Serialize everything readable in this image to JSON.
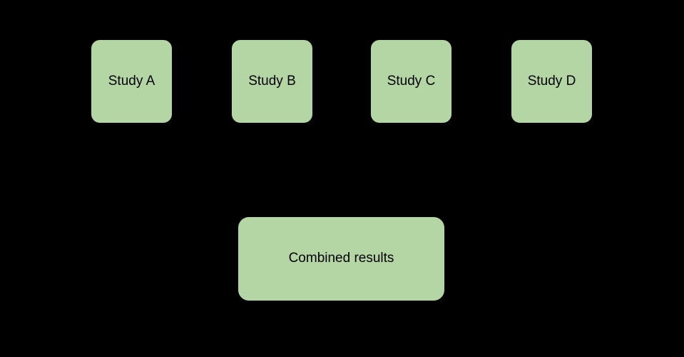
{
  "diagram": {
    "colors": {
      "background": "#000000",
      "node-fill": "#b4d6a4",
      "node-border": "#000000",
      "node-text": "#000000"
    },
    "studies": [
      {
        "label": "Study A"
      },
      {
        "label": "Study B"
      },
      {
        "label": "Study C"
      },
      {
        "label": "Study D"
      }
    ],
    "combined": {
      "label": "Combined results"
    }
  }
}
